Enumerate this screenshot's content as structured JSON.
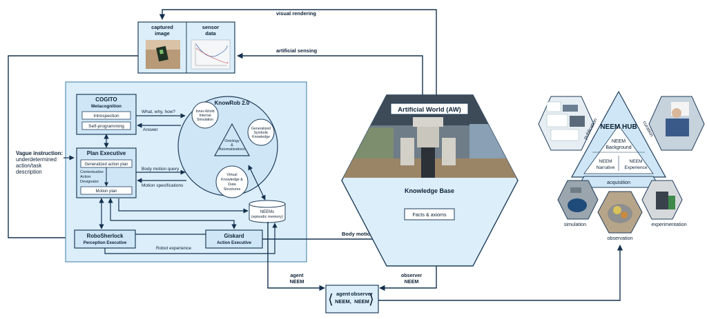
{
  "top": {
    "captured_image": [
      "captured",
      "image"
    ],
    "sensor_data": [
      "sensor",
      "data"
    ],
    "visual_rendering": "visual rendering",
    "artificial_sensing": "artificial sensing"
  },
  "left": {
    "vague_instruction": [
      "Vague instruction:",
      "underdetermined",
      "action/task",
      "description"
    ]
  },
  "cogito": {
    "title": "COGITO",
    "subtitle": "Metacognition",
    "introspection": "Introspection",
    "self_programming": "Self-programming"
  },
  "plan_executive": {
    "title": "Plan Executive",
    "generalized_action_plan": "Generalized action plan",
    "contextualize": [
      "Contextualize",
      "Action",
      "Designator"
    ],
    "motion_plan": "Motion plan"
  },
  "arrows": {
    "what_why_how": "What, why, how?",
    "answer": "Answer",
    "body_motion_query": "Body motion query",
    "motion_specifications": "Motion specifications",
    "robot_experience": "Robot experience",
    "body_motion": "Body motion",
    "agent_neem": [
      "agent",
      "NEEM"
    ],
    "observer_neem": [
      "observer",
      "NEEM"
    ]
  },
  "knowrob": {
    "title": "KnowRob 2.0",
    "inner_world": [
      "Inner-World",
      "Internal",
      "Simulation"
    ],
    "generalized_symbolic": [
      "Generalized",
      "Symbolic",
      "Knowledge"
    ],
    "ontology": [
      "Ontology",
      "&",
      "Axiomatizations"
    ],
    "virtual_knowledge": [
      "Virtual",
      "Knowledge &",
      "Data",
      "Structures"
    ]
  },
  "neems_db": [
    "NEEMs",
    "(episodic memory)"
  ],
  "robosherlock": {
    "title": "RoboSherlock",
    "subtitle": "Perception Executive"
  },
  "giskard": {
    "title": "Giskard",
    "subtitle": "Action Executive"
  },
  "artificial_world": {
    "title": "Artificial World (AW)",
    "knowledge_base": "Knowledge Base",
    "facts_axioms": "Facts & axioms"
  },
  "neem_tuple": {
    "agent": [
      "agent",
      "NEEM,"
    ],
    "observer": [
      "observer",
      "NEEM"
    ]
  },
  "neem_hub": {
    "title": "NEEM HUB",
    "background": [
      "NEEM",
      "Background"
    ],
    "narrative": [
      "NEEM",
      "Narrative"
    ],
    "experience": [
      "NEEM",
      "Experience"
    ],
    "publication": "publication",
    "curation": "curation",
    "acquisition": "acquisition",
    "simulation": "simulation",
    "observation": "observation",
    "experimentation": "experimentation"
  },
  "colors": {
    "panel": "#dbeefa",
    "panel_stroke": "#5b8fb3",
    "box": "#cfe6f6",
    "stroke": "#1f3d5a",
    "line": "#13304d"
  }
}
